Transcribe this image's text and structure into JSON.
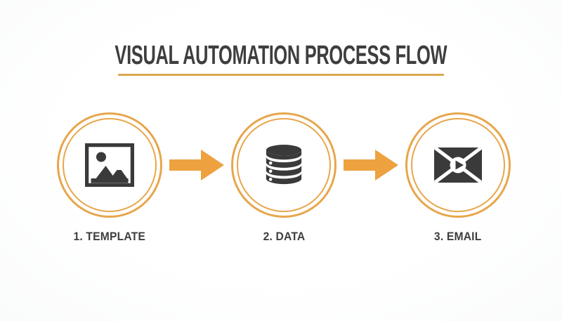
{
  "title": "VISUAL AUTOMATION PROCESS FLOW",
  "colors": {
    "background": "#fcfcfc",
    "title_text": "#3e3e3e",
    "label_text": "#3e3e3e",
    "underline_gold": "#d8a74e",
    "ring_orange": "#e7a64b",
    "arrow_orange": "#eda23f",
    "icon_dark": "#3a3a3a"
  },
  "steps": [
    {
      "id": "template",
      "label": "1. TEMPLATE",
      "icon": "image-icon"
    },
    {
      "id": "data",
      "label": "2. DATA",
      "icon": "database-icon"
    },
    {
      "id": "email",
      "label": "3. EMAIL",
      "icon": "email-play-icon"
    }
  ],
  "connectors": [
    {
      "icon": "arrow-right-icon"
    },
    {
      "icon": "arrow-right-icon"
    }
  ]
}
